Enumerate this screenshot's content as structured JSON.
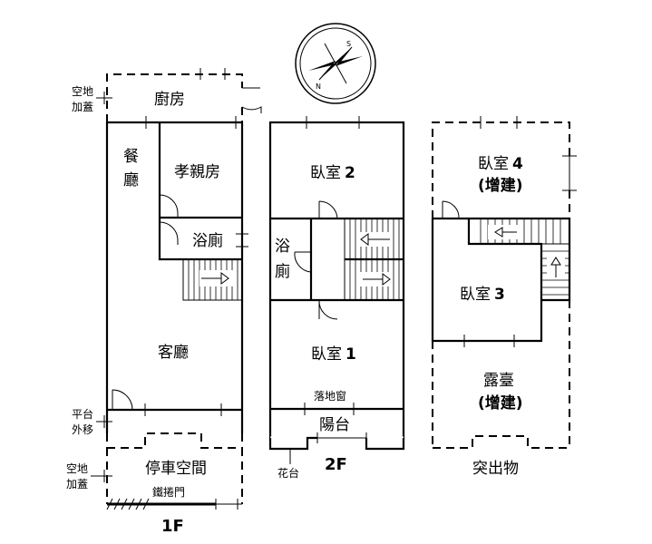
{
  "floors": {
    "f1": {
      "title": "1F",
      "rooms": {
        "kitchen": "廚房",
        "dining_1": "餐",
        "dining_2": "廳",
        "elder_room": "孝親房",
        "bathroom": "浴廁",
        "living": "客廳",
        "parking": "停車空間",
        "shutter": "鐵捲門"
      },
      "notes": {
        "empty_cover_top_1": "空地",
        "empty_cover_top_2": "加蓋",
        "platform_1": "平台",
        "platform_2": "外移",
        "empty_cover_bottom_1": "空地",
        "empty_cover_bottom_2": "加蓋"
      }
    },
    "f2": {
      "title": "2F",
      "rooms": {
        "bedroom2_a": "臥室",
        "bedroom2_b": "2",
        "bath_1": "浴",
        "bath_2": "廁",
        "bedroom1_a": "臥室",
        "bedroom1_b": "1",
        "french_window": "落地窗",
        "balcony": "陽台",
        "planter": "花台"
      }
    },
    "roof": {
      "title": "突出物",
      "rooms": {
        "bedroom4_a": "臥室",
        "bedroom4_b": "4",
        "bedroom4_note": "(增建)",
        "bedroom3_a": "臥室",
        "bedroom3_b": "3",
        "terrace": "露臺",
        "terrace_note": "(增建)"
      }
    }
  },
  "compass": {
    "north": "N",
    "south": "S"
  }
}
